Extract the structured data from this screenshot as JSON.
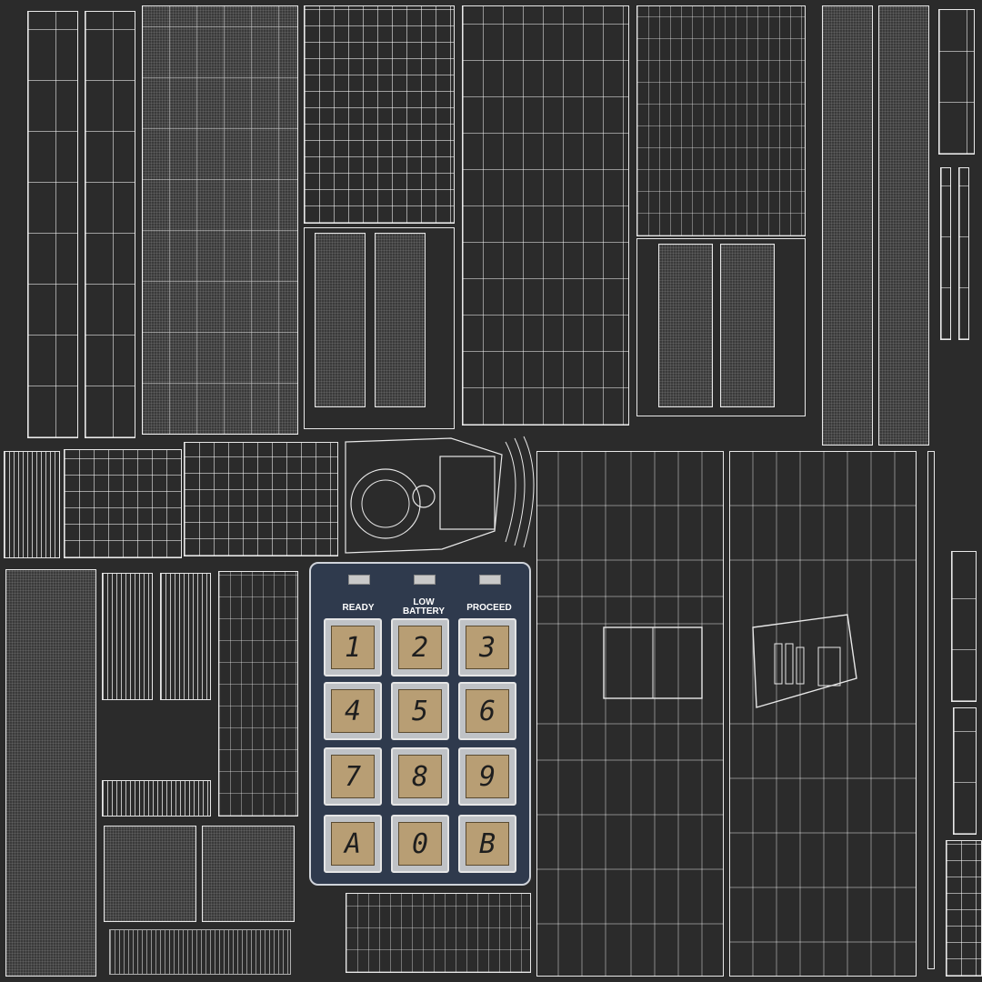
{
  "image": {
    "description_type": "uv-wireframe-texture-sheet"
  },
  "keypad": {
    "indicators": [
      {
        "label": "READY"
      },
      {
        "label": "LOW\nBATTERY"
      },
      {
        "label": "PROCEED"
      }
    ],
    "keys": [
      "1",
      "2",
      "3",
      "4",
      "5",
      "6",
      "7",
      "8",
      "9",
      "A",
      "0",
      "B"
    ],
    "colors": {
      "body": "#2f3a4d",
      "key_face": "#b89e74",
      "key_frame": "#bfc2c6",
      "indicator_text": "#ffffff"
    }
  }
}
